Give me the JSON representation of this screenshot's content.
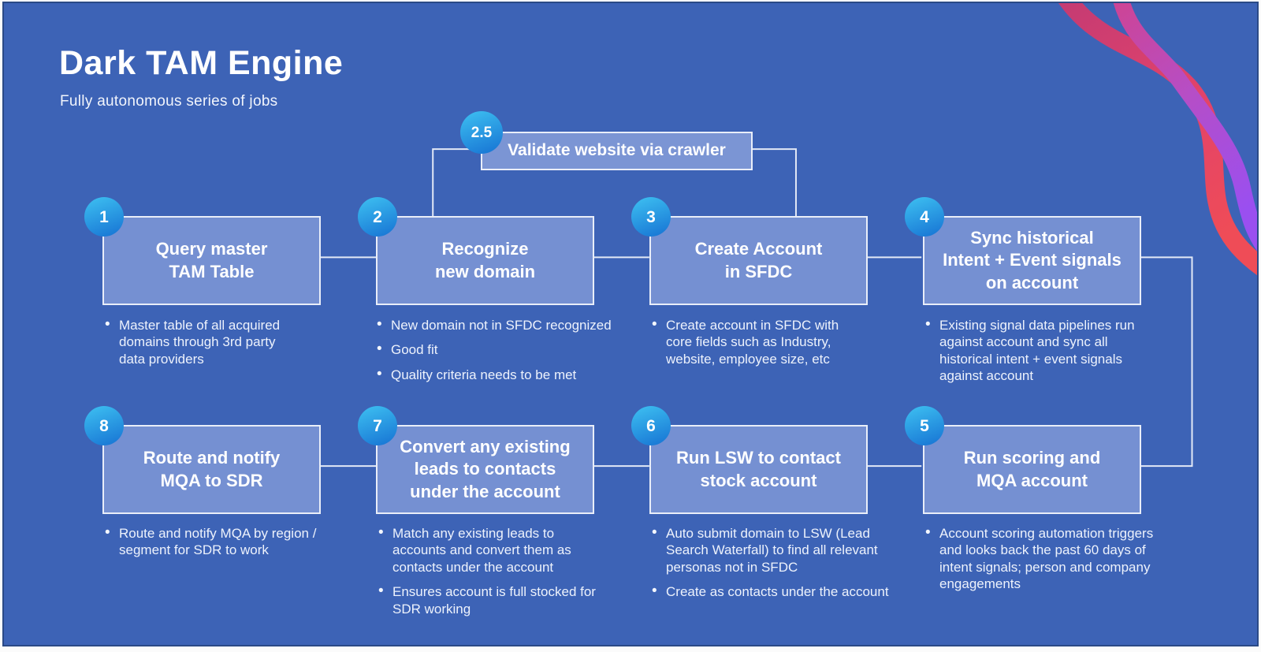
{
  "title": "Dark TAM Engine",
  "subtitle": "Fully autonomous series of jobs",
  "crawler_step": {
    "number": "2.5",
    "label": "Validate website via crawler"
  },
  "steps": [
    {
      "number": "1",
      "title": "Query master\nTAM Table",
      "bullets": [
        "Master table of all acquired domains through 3rd party data providers"
      ]
    },
    {
      "number": "2",
      "title": "Recognize\nnew domain",
      "bullets": [
        "New domain not in SFDC recognized",
        "Good fit",
        "Quality criteria needs to be met"
      ]
    },
    {
      "number": "3",
      "title": "Create Account\nin SFDC",
      "bullets": [
        "Create account in SFDC with core fields such as Industry, website, employee size, etc"
      ]
    },
    {
      "number": "4",
      "title": "Sync historical\nIntent + Event signals\non account",
      "bullets": [
        "Existing signal data pipelines run against account and sync all historical intent + event signals against account"
      ]
    },
    {
      "number": "5",
      "title": "Run scoring and\nMQA account",
      "bullets": [
        "Account scoring automation triggers and looks back the past 60 days of intent signals; person and company engagements"
      ]
    },
    {
      "number": "6",
      "title": "Run LSW to contact\nstock account",
      "bullets": [
        "Auto submit domain to LSW (Lead Search Waterfall) to find all relevant personas not in SFDC",
        "Create as contacts under the account"
      ]
    },
    {
      "number": "7",
      "title": "Convert any existing\nleads to contacts\nunder the account",
      "bullets": [
        "Match any existing leads to accounts and convert them as contacts under the account",
        "Ensures account is full stocked for SDR working"
      ]
    },
    {
      "number": "8",
      "title": "Route and notify\nMQA to SDR",
      "bullets": [
        "Route and notify MQA by region / segment for SDR to work"
      ]
    }
  ],
  "colors": {
    "slide_background": "#3d63b6",
    "node_fill": "#7590d2",
    "node_border": "#e9eef9",
    "connector": "#e3e9f6",
    "badge_gradient_start": "#3cbdf0",
    "badge_gradient_end": "#1a7ad6",
    "ribbon_red_top": "#c23a74",
    "ribbon_red_bottom": "#ef4c57",
    "ribbon_purple_top": "#cf4390",
    "ribbon_purple_bottom": "#9a4ff0",
    "text": "#ffffff"
  }
}
